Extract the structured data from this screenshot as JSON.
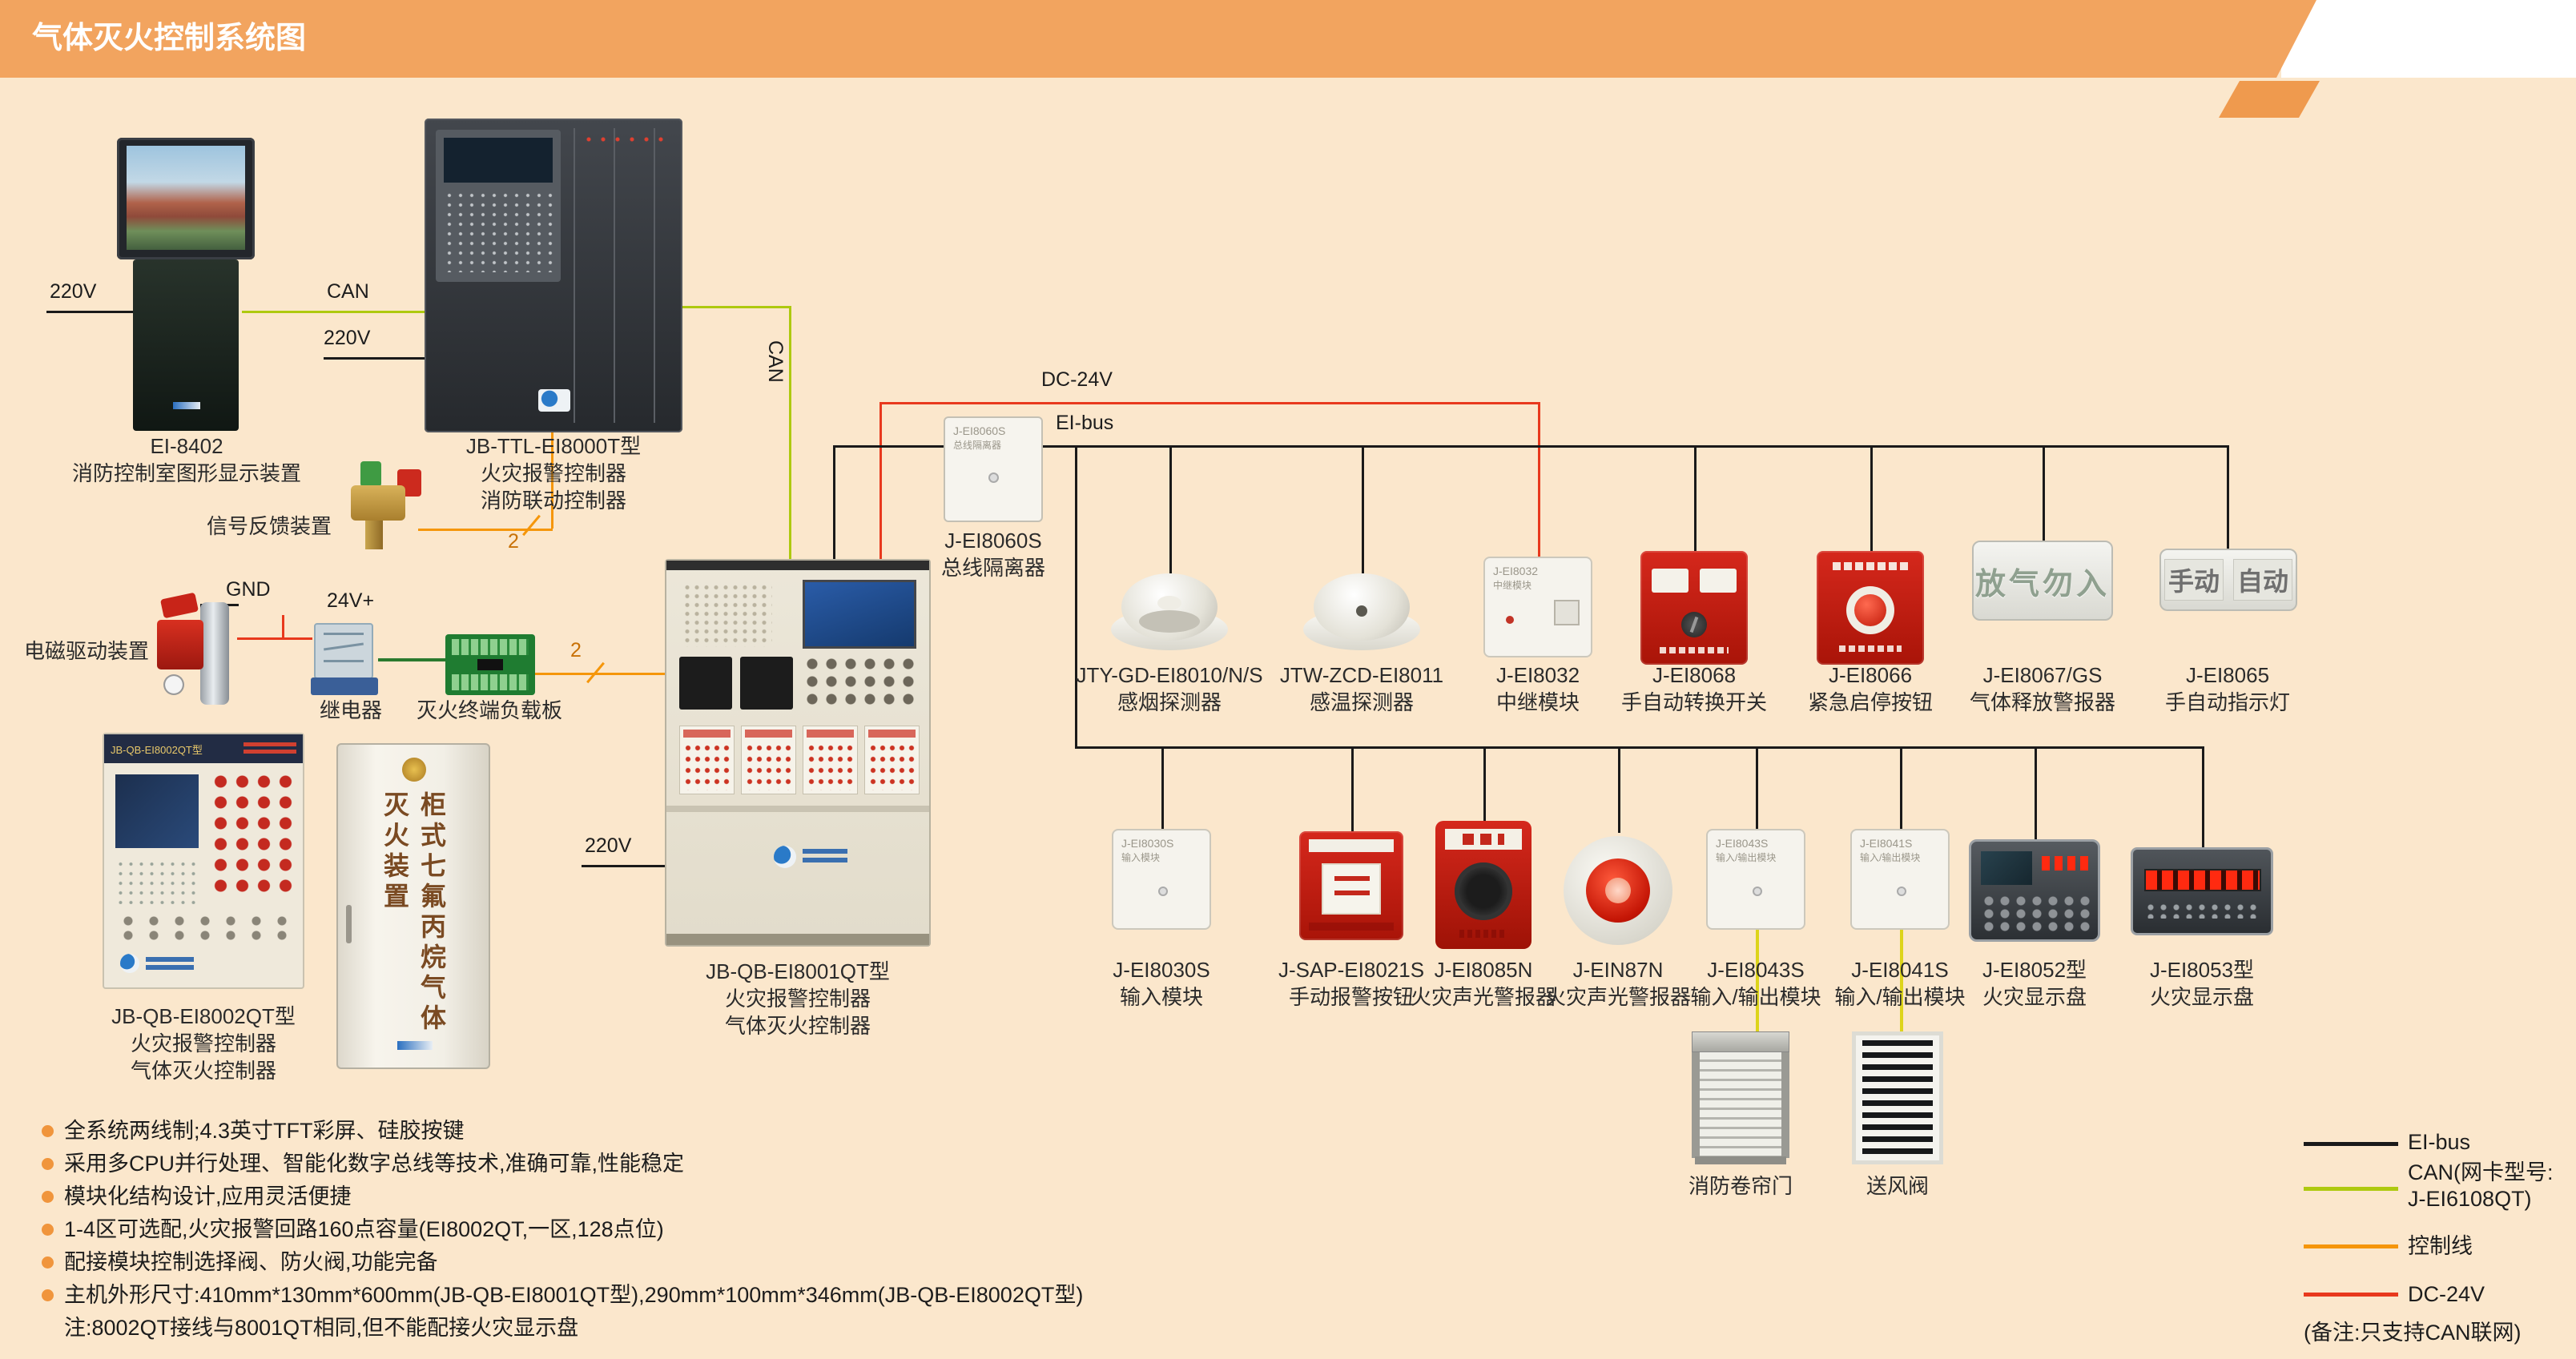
{
  "header": {
    "title": "气体灭火控制系统图"
  },
  "wire_labels": {
    "v220": "220V",
    "can": "CAN",
    "dc24v": "DC-24V",
    "eibus": "EI-bus",
    "gnd": "GND",
    "v24plus": "24V+",
    "count2": "2"
  },
  "devices": {
    "ei8402": {
      "name": "EI-8402",
      "desc": "消防控制室图形显示装置"
    },
    "ei8000t": {
      "name": "JB-TTL-EI8000T型",
      "desc1": "火灾报警控制器",
      "desc2": "消防联动控制器"
    },
    "signal_feedback": {
      "label": "信号反馈装置"
    },
    "solenoid": {
      "label": "电磁驱动装置"
    },
    "relay": {
      "label": "继电器"
    },
    "load_board": {
      "label": "灭火终端负载板"
    },
    "ei8002qt": {
      "name": "JB-QB-EI8002QT型",
      "desc1": "火灾报警控制器",
      "desc2": "气体灭火控制器"
    },
    "cabinet": {
      "label": "柜式七氟丙烷气体灭火装置"
    },
    "ei8001qt": {
      "name": "JB-QB-EI8001QT型",
      "desc1": "火灾报警控制器",
      "desc2": "气体灭火控制器"
    },
    "ei8060s": {
      "name": "J-EI8060S",
      "desc": "总线隔离器"
    },
    "smoke": {
      "name": "JTY-GD-EI8010/N/S",
      "desc": "感烟探测器"
    },
    "heat": {
      "name": "JTW-ZCD-EI8011",
      "desc": "感温探测器"
    },
    "ei8032": {
      "name": "J-EI8032",
      "desc": "中继模块"
    },
    "ei8068": {
      "name": "J-EI8068",
      "desc": "手自动转换开关"
    },
    "ei8066": {
      "name": "J-EI8066",
      "desc": "紧急启停按钮"
    },
    "ei8067": {
      "name": "J-EI8067/GS",
      "desc": "气体释放警报器",
      "sign": "放气勿入"
    },
    "ei8065": {
      "name": "J-EI8065",
      "desc": "手自动指示灯",
      "sign_a": "手动",
      "sign_b": "自动"
    },
    "ei8030s": {
      "name": "J-EI8030S",
      "desc": "输入模块"
    },
    "ei8021s": {
      "name": "J-SAP-EI8021S",
      "desc": "手动报警按钮"
    },
    "ei8085n": {
      "name": "J-EI8085N",
      "desc": "火灾声光警报器"
    },
    "ein87n": {
      "name": "J-EIN87N",
      "desc": "火灾声光警报器"
    },
    "ei8043s": {
      "name": "J-EI8043S",
      "desc": "输入/输出模块"
    },
    "ei8041s": {
      "name": "J-EI8041S",
      "desc": "输入/输出模块"
    },
    "ei8052": {
      "name": "J-EI8052型",
      "desc": "火灾显示盘"
    },
    "ei8053": {
      "name": "J-EI8053型",
      "desc": "火灾显示盘"
    },
    "shutter": {
      "label": "消防卷帘门"
    },
    "air_valve": {
      "label": "送风阀"
    }
  },
  "features": [
    "全系统两线制;4.3英寸TFT彩屏、硅胶按键",
    "采用多CPU并行处理、智能化数字总线等技术,准确可靠,性能稳定",
    "模块化结构设计,应用灵活便捷",
    "1-4区可选配,火灾报警回路160点容量(EI8002QT,一区,128点位)",
    "配接模块控制选择阀、防火阀,功能完备",
    "主机外形尺寸:410mm*130mm*600mm(JB-QB-EI8001QT型),290mm*100mm*346mm(JB-QB-EI8002QT型)"
  ],
  "footnote": "注:8002QT接线与8001QT相同,但不能配接火灾显示盘",
  "legend": {
    "eibus": {
      "label": "EI-bus",
      "color": "#1a1a1a"
    },
    "can": {
      "label_line1": "CAN(网卡型号:",
      "label_line2": "J-EI6108QT)",
      "color": "#aec90f"
    },
    "control": {
      "label": "控制线",
      "color": "#f5960a"
    },
    "dc24v": {
      "label": "DC-24V",
      "color": "#e8391d"
    },
    "note": "(备注:只支持CAN联网)"
  },
  "colors": {
    "header_bg": "#f2a45f",
    "page_bg": "#fbe7cc",
    "eibus_line": "#1a1a1a",
    "can_line": "#aec90f",
    "control_line": "#f5960a",
    "dc24v_line": "#e8391d",
    "yellow_line": "#ddd41a",
    "device_red": "#c81e12",
    "bullet_orange": "#f0953c"
  }
}
